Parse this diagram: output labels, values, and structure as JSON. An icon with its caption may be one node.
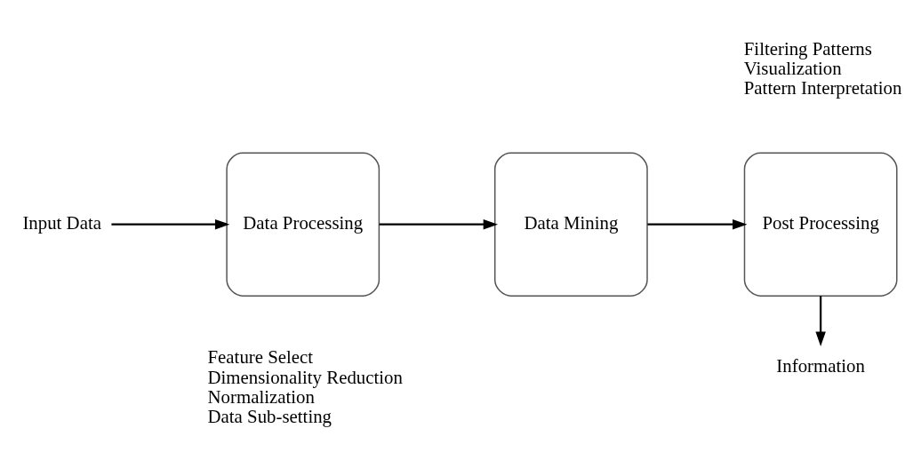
{
  "diagram": {
    "nodes": [
      {
        "text": [
          "Input Data"
        ]
      },
      {
        "text": [
          "Data Processing"
        ],
        "beside": [
          "Feature Select",
          "Dimensionality Reduction",
          "Normalization",
          "Data Sub-setting"
        ]
      },
      {
        "text": [
          "Data Mining"
        ]
      },
      {
        "text": [
          "Post Processing"
        ],
        "beside": [
          "Filtering Patterns",
          "Visualization",
          "Pattern Interpretation"
        ]
      },
      {
        "text": [
          "Information"
        ]
      }
    ],
    "edges": [
      {
        "from": 0,
        "to": 1,
        "arrow": "to"
      },
      {
        "from": 1,
        "to": 2,
        "arrow": "to"
      },
      {
        "from": 2,
        "to": 3,
        "arrow": "to"
      },
      {
        "from": 3,
        "to": 4,
        "arrow": "to"
      }
    ]
  }
}
